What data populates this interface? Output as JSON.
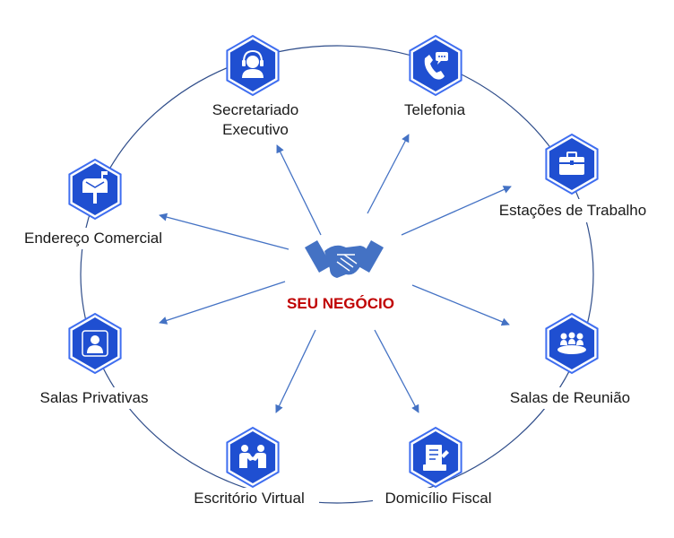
{
  "center": {
    "label": "SEU NEGÓCIO",
    "icon": "handshake-icon"
  },
  "nodes": [
    {
      "id": "secretariado",
      "label_line1": "Secretariado",
      "label_line2": "Executivo",
      "icon": "headset-agent-icon"
    },
    {
      "id": "telefonia",
      "label_line1": "Telefonia",
      "icon": "phone-chat-icon"
    },
    {
      "id": "estacoes",
      "label_line1": "Estações de Trabalho",
      "icon": "briefcase-icon"
    },
    {
      "id": "reuniao",
      "label_line1": "Salas de Reunião",
      "icon": "meeting-table-icon"
    },
    {
      "id": "fiscal",
      "label_line1": "Domicílio Fiscal",
      "icon": "document-pen-icon"
    },
    {
      "id": "virtual",
      "label_line1": "Escritório Virtual",
      "icon": "people-handshake-icon"
    },
    {
      "id": "privativas",
      "label_line1": "Salas Privativas",
      "icon": "person-badge-icon"
    },
    {
      "id": "endereco",
      "label_line1": "Endereço Comercial",
      "icon": "mailbox-icon"
    }
  ],
  "colors": {
    "hex_fill": "#1f4fd1",
    "hex_border": "#3f6ef0",
    "ring": "#2f4d8a",
    "arrow": "#4472c4",
    "center_text": "#c00000",
    "handshake": "#4472c4"
  }
}
